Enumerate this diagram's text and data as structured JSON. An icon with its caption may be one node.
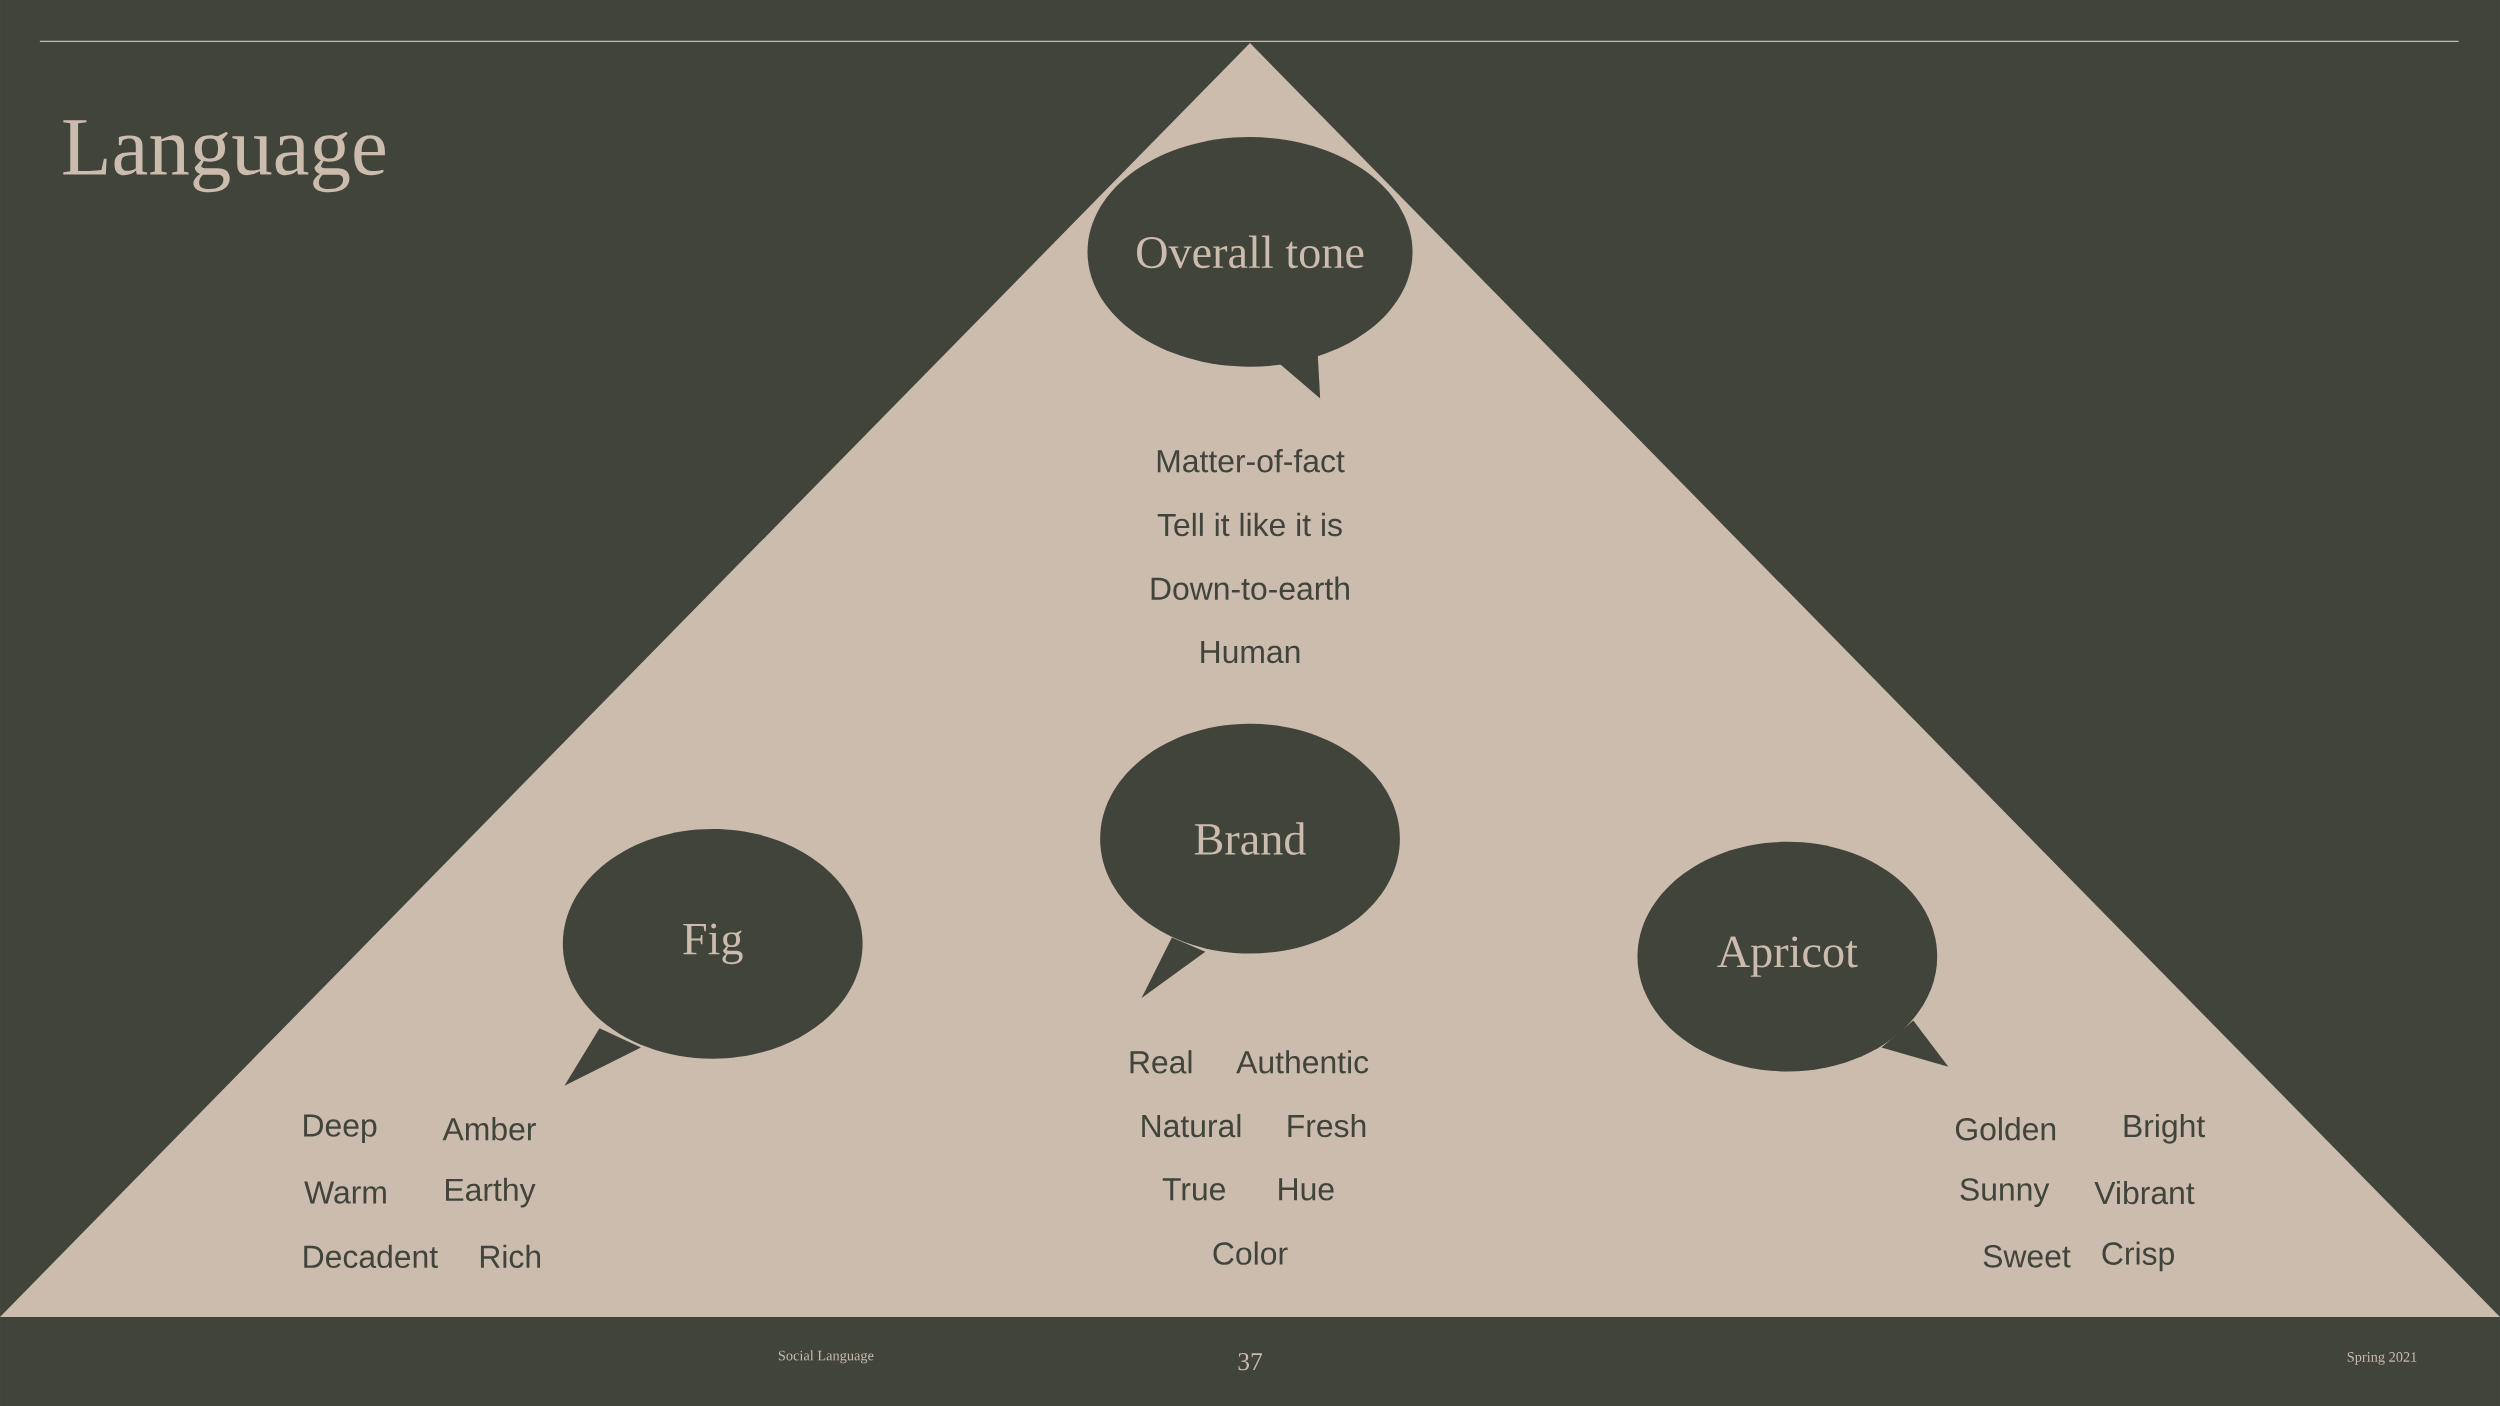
{
  "diagram": {
    "title": "Language",
    "nodes": [
      {
        "text": [
          "Overall tone"
        ],
        "beside": [
          "Matter-of-fact",
          "Tell it like it is",
          "Down-to-earth",
          "Human"
        ]
      },
      {
        "text": [
          "Brand"
        ],
        "beside": [
          "Real",
          "Authentic",
          "Natural",
          "Fresh",
          "True",
          "Hue",
          "Color"
        ]
      },
      {
        "text": [
          "Fig"
        ],
        "beside": [
          "Deep",
          "Amber",
          "Warm",
          "Earthy",
          "Decadent",
          "Rich"
        ]
      },
      {
        "text": [
          "Apricot"
        ],
        "beside": [
          "Golden",
          "Bright",
          "Sunny",
          "Vibrant",
          "Sweet",
          "Crisp"
        ]
      }
    ],
    "labels": [
      "Social Language",
      "37",
      "Spring 2021"
    ]
  }
}
